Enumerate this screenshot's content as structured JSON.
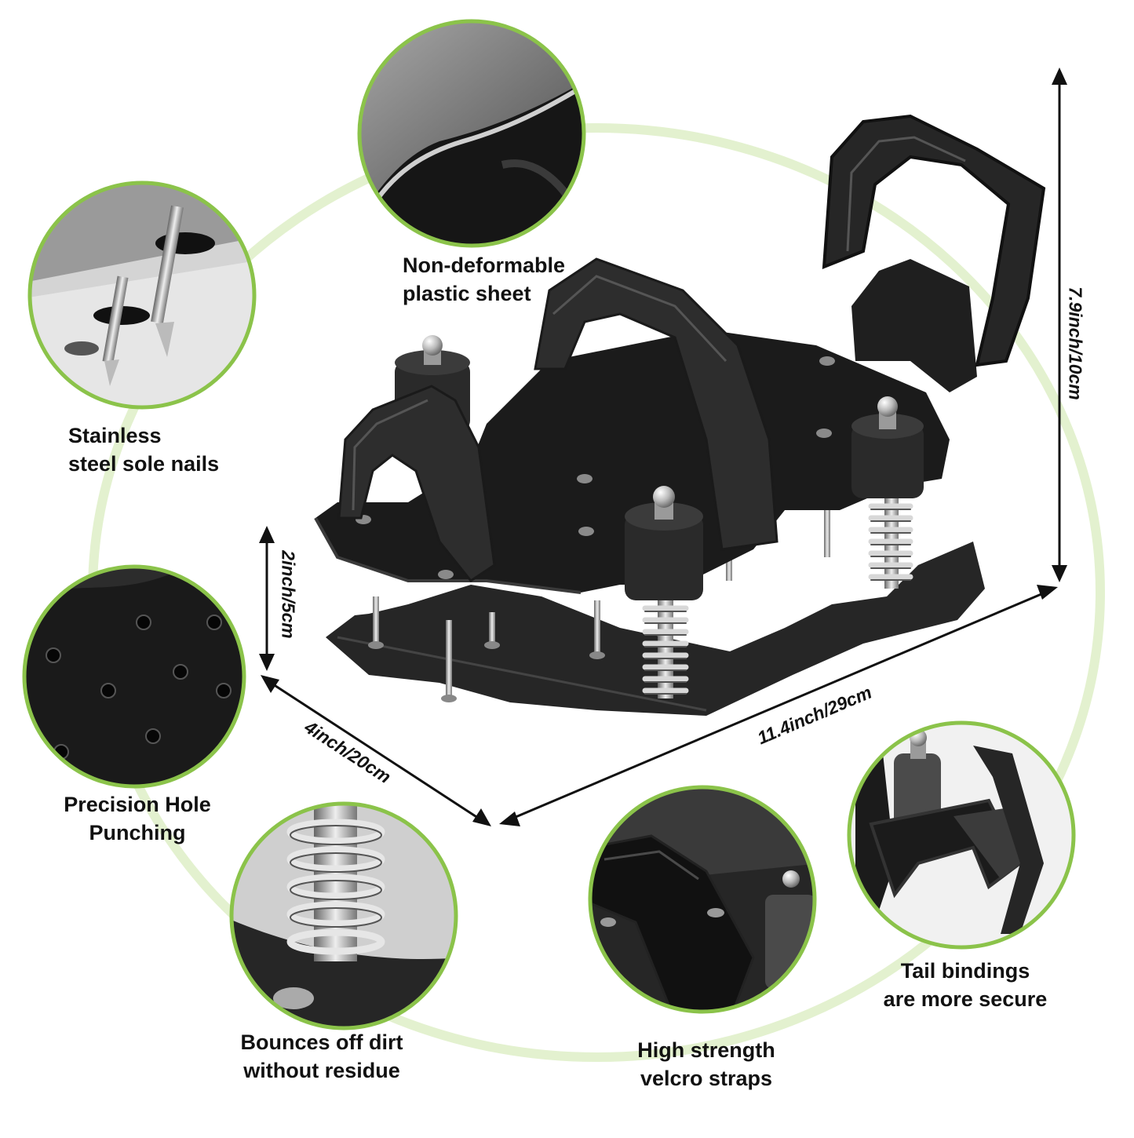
{
  "colors": {
    "accent_green": "#8bc34a",
    "pale_green_ring": "#e3f1cf",
    "product_black": "#1b1b1b",
    "metal": "#b9b9b9"
  },
  "features": [
    {
      "id": "plastic",
      "line1": "Non-deformable",
      "line2": "plastic sheet"
    },
    {
      "id": "nails",
      "line1": "Stainless",
      "line2": "steel sole nails"
    },
    {
      "id": "holes",
      "line1": "Precision Hole",
      "line2": "Punching"
    },
    {
      "id": "spring",
      "line1": "Bounces off dirt",
      "line2": "without residue"
    },
    {
      "id": "straps",
      "line1": "High strength",
      "line2": "velcro straps"
    },
    {
      "id": "tail",
      "line1": "Tail bindings",
      "line2": "are more secure"
    }
  ],
  "dimensions": {
    "height": "7.9inch/10cm",
    "spring_height": "2inch/5cm",
    "width": "4inch/20cm",
    "length": "11.4inch/29cm"
  }
}
